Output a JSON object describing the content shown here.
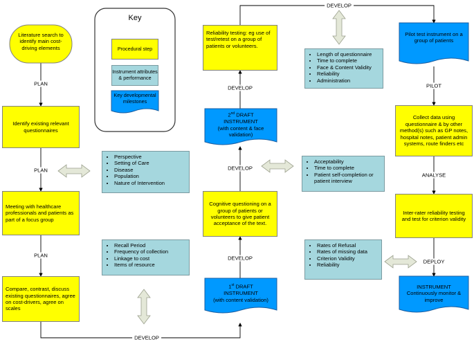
{
  "key": {
    "title": "Key",
    "procedural": "Procedural step",
    "attributes": "Instrument attributes & performance",
    "milestones": "Key developmental milestones"
  },
  "nodes": {
    "literature": "Literature search to identify main cost-driving elements",
    "identify": "Identify existing relevant questionnaires",
    "meeting": "Meeting with healthcare professionals and patients as part of a focus group",
    "compare": "Compare, contrast, discuss existing questionnaires, agree on cost-drivers, agree on scales",
    "reliability": "Reliability testing: eg use of test/retest on a group of patients or volunteers.",
    "draft2": {
      "num": "2",
      "sup": "nd",
      "rest": " DRAFT",
      "line2": "INSTRUMENT",
      "line3": "(with content & face validation)"
    },
    "cognitive": "Cognitive questioning on a group of patients or volunteers to give patient acceptance of the text.",
    "draft1": {
      "num": "1",
      "sup": "st",
      "rest": " DRAFT",
      "line2": "INSTRUMENT",
      "line3": "(with content validation)"
    },
    "pilot": "Pilot test instrument on a group of patients",
    "collect": "Collect data using questionnaire & by other method(s) such as GP notes, hospital notes, patient admin systems, route finders etc",
    "interrater": "Inter-rater reliability testing and test for criterion validity",
    "instrument": {
      "line1": "INSTRUMENT",
      "line2": "Continuously monitor & improve"
    }
  },
  "lists": {
    "perspective": [
      "Perspective",
      "Setting of Care",
      "Disease",
      "Population",
      "Nature of Intervention"
    ],
    "recall": [
      "Recall Period",
      "Frequency of collection",
      "Linkage to cost",
      "Items of resource"
    ],
    "length": [
      "Length of questionnaire",
      "Time to complete",
      "Face & Content Validity",
      "Reliability",
      "Administration"
    ],
    "acceptability": [
      "Acceptability",
      "Time to complete",
      "Patient self-completion or patient interview"
    ],
    "refusal": [
      "Rates of Refusal",
      "Rates of missing data",
      "Criterion Validity",
      "Reliability"
    ]
  },
  "labels": {
    "plan1": "PLAN",
    "plan2": "PLAN",
    "plan3": "PLAN",
    "develop_bottom": "DEVELOP",
    "develop_mid1": "DEVELOP",
    "develop_mid2": "DEVELOP",
    "develop_mid3": "DEVELOP",
    "develop_top": "DEVELOP",
    "pilot": "PILOT",
    "analyse": "ANALYSE",
    "deploy": "DEPLOY"
  },
  "colors": {
    "procedural": "#ffff00",
    "attributes": "#a5d7de",
    "milestone": "#0099ff",
    "arrow_fill": "#e4e8d8"
  }
}
